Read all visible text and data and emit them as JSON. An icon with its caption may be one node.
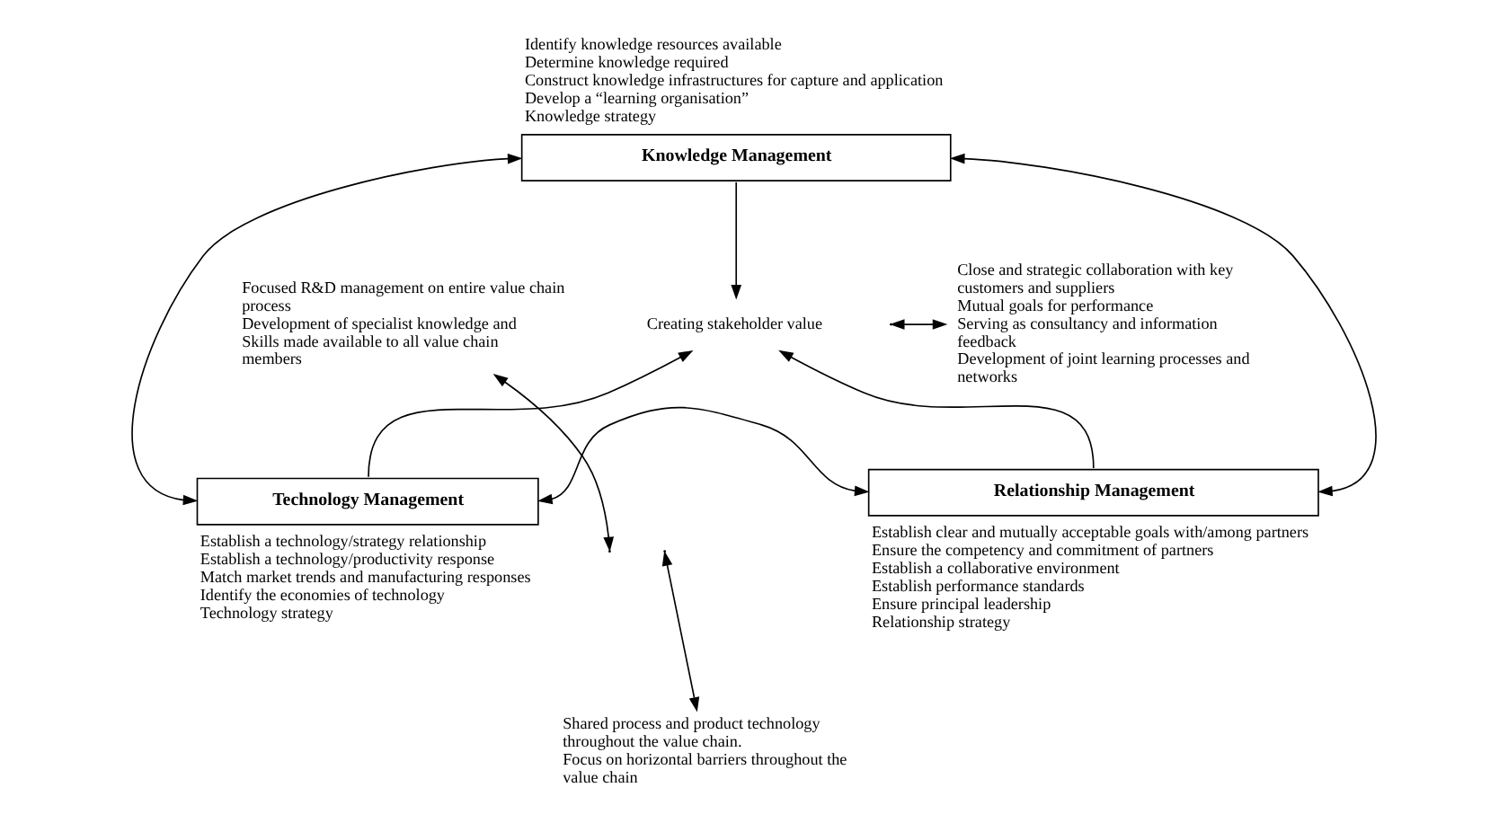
{
  "diagram": {
    "nodes": [
      {
        "text": [
          "Knowledge Management"
        ],
        "beside": [
          "Identify knowledge resources available",
          "Determine knowledge required",
          "Construct knowledge infrastructures for capture and application",
          "Develop a “learning organisation”",
          "Knowledge strategy"
        ]
      },
      {
        "text": [
          "Creating stakeholder value"
        ]
      },
      {
        "text": [
          "Technology Management"
        ],
        "beside": [
          "Establish a technology/strategy relationship",
          "Establish a technology/productivity response",
          "Match market trends and manufacturing responses",
          "Identify the economies of technology",
          "Technology strategy"
        ]
      },
      {
        "text": [
          "Relationship Management"
        ],
        "beside": [
          "Establish clear and mutually acceptable goals with/among partners",
          "Ensure the competency and commitment of partners",
          "Establish a collaborative environment",
          "Establish performance standards",
          "Ensure principal leadership",
          "Relationship strategy"
        ]
      },
      {
        "text": [
          "Focused R&D management on entire value chain process",
          "Development of specialist knowledge and Skills made available to all value chain members"
        ]
      },
      {
        "text": [
          "Shared process and product technology throughout the value chain.",
          "Focus on horizontal barriers throughout the value chain"
        ]
      },
      {
        "text": [
          "Close and strategic collaboration with key customers and suppliers",
          "Mutual goals for performance",
          "Serving as consultancy and information feedback",
          "Development of joint learning processes and networks"
        ]
      }
    ],
    "edges": [
      {
        "from": 0,
        "to": 1,
        "arrow": "to"
      },
      {
        "from": 2,
        "to": 1,
        "arrow": "to"
      },
      {
        "from": 3,
        "to": 1,
        "arrow": "to"
      },
      {
        "from": 0,
        "to": 2,
        "arrow": "both"
      },
      {
        "from": 0,
        "to": 3,
        "arrow": "both"
      },
      {
        "from": 2,
        "to": 3,
        "arrow": "both"
      },
      {
        "from": 4,
        "to": null,
        "arrow": "both"
      },
      {
        "from": null,
        "to": 5,
        "arrow": "both"
      },
      {
        "from": null,
        "to": 6,
        "arrow": "both"
      }
    ]
  }
}
